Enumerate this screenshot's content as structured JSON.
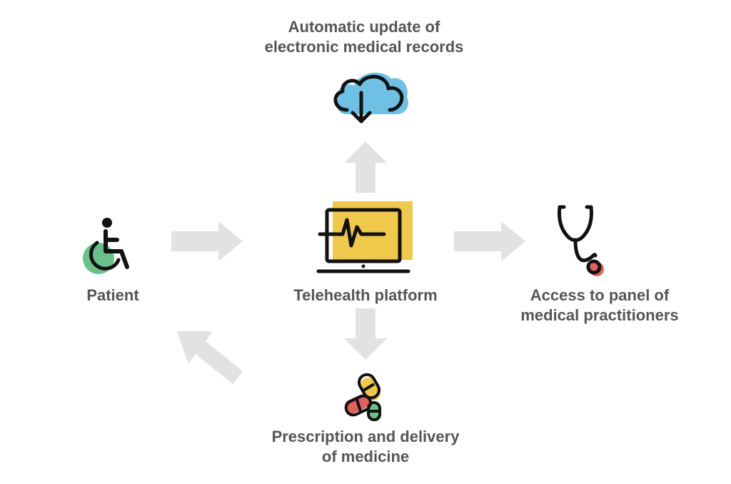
{
  "diagram": {
    "center": {
      "label": "Telehealth platform",
      "icon": "laptop-heartbeat-icon",
      "accent": "#EFC94C"
    },
    "top": {
      "label_lines": [
        "Automatic update of",
        "electronic medical records"
      ],
      "icon": "cloud-download-icon",
      "accent": "#6EC1E4"
    },
    "left": {
      "label": "Patient",
      "icon": "wheelchair-icon",
      "accent": "#6DBF8A"
    },
    "right": {
      "label_lines": [
        "Access to panel of",
        "medical practitioners"
      ],
      "icon": "stethoscope-icon",
      "accent": "#E0605E"
    },
    "bottom": {
      "label_lines": [
        "Prescription and delivery",
        "of medicine"
      ],
      "icon": "pills-icon",
      "accents": [
        "#EFC94C",
        "#E0605E",
        "#6DBF8A"
      ]
    },
    "arrow_color": "#E2E2E2",
    "icon_stroke": "#111111"
  }
}
